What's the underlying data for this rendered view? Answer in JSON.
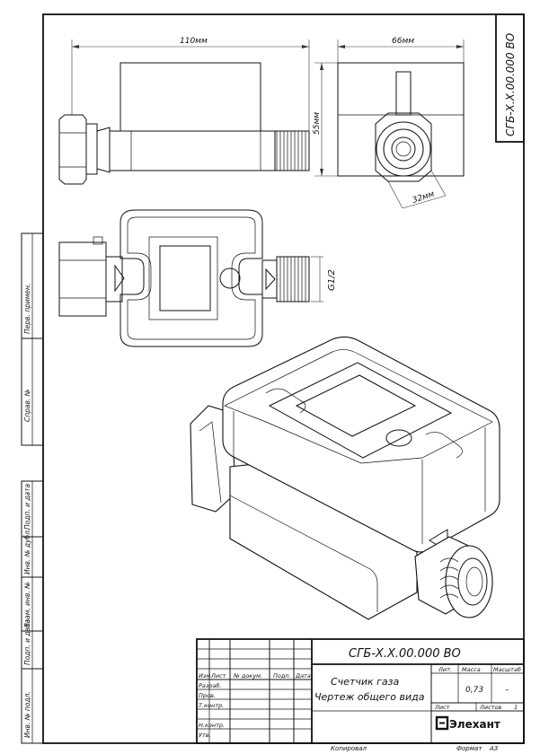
{
  "drawing": {
    "code": "СГБ-Х.Х.00.000 ВО",
    "code_vertical": "СГБ-Х.Х.00.000 ВО",
    "title_line1": "Счетчик газа",
    "title_line2": "Чертеж общего вида",
    "mass": "0,73",
    "scale": "–",
    "sheet_no": "1",
    "company": "Элехант"
  },
  "dimensions": {
    "length": "110мм",
    "width": "66мм",
    "height": "55мм",
    "hex": "32мм",
    "thread": "G1/2"
  },
  "title_block": {
    "lit": "Лит.",
    "massa": "Масса",
    "masshtab": "Масштаб",
    "izm": "Изм.",
    "list": "Лист",
    "n_dokum": "№ докум.",
    "podp": "Подп.",
    "data": "Дата",
    "razrab": "Разраб.",
    "prov": "Пров.",
    "tkontr": "Т.контр.",
    "nkontr": "Н.контр.",
    "utv": "Утв.",
    "list_label": "Лист",
    "listov_label": "Листов",
    "kopiroval": "Копировал",
    "format": "Формат",
    "format_value": "А3"
  },
  "side_block": {
    "perv_primen": "Перв. примен.",
    "sprav_no": "Справ. №",
    "podp_data_1": "Подп. и дата",
    "inv_dubl": "Инв. № дубл.",
    "vzam_inv": "Взам. инв. №",
    "podp_data_2": "Подп. и дата",
    "inv_podl": "Инв. № подл."
  }
}
